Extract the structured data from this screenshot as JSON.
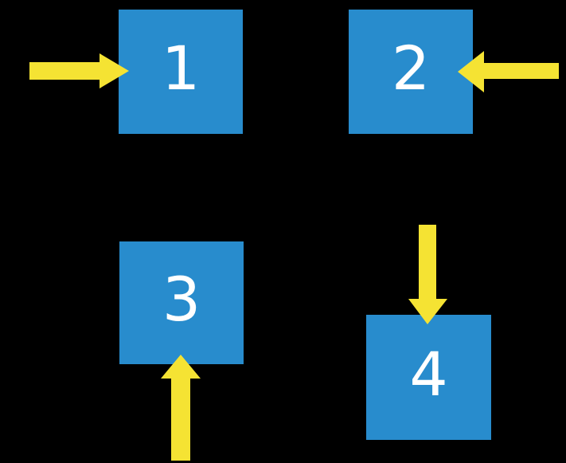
{
  "diagram": {
    "colors": {
      "background": "#000000",
      "square": "#288CCD",
      "arrow": "#F5E333",
      "label": "#FFFFFF"
    },
    "squares": [
      {
        "label": "1",
        "arrow_direction": "right",
        "arrow_enters_from": "left side"
      },
      {
        "label": "2",
        "arrow_direction": "left",
        "arrow_enters_from": "right side"
      },
      {
        "label": "3",
        "arrow_direction": "up",
        "arrow_enters_from": "bottom side"
      },
      {
        "label": "4",
        "arrow_direction": "down",
        "arrow_enters_from": "top side"
      }
    ]
  }
}
